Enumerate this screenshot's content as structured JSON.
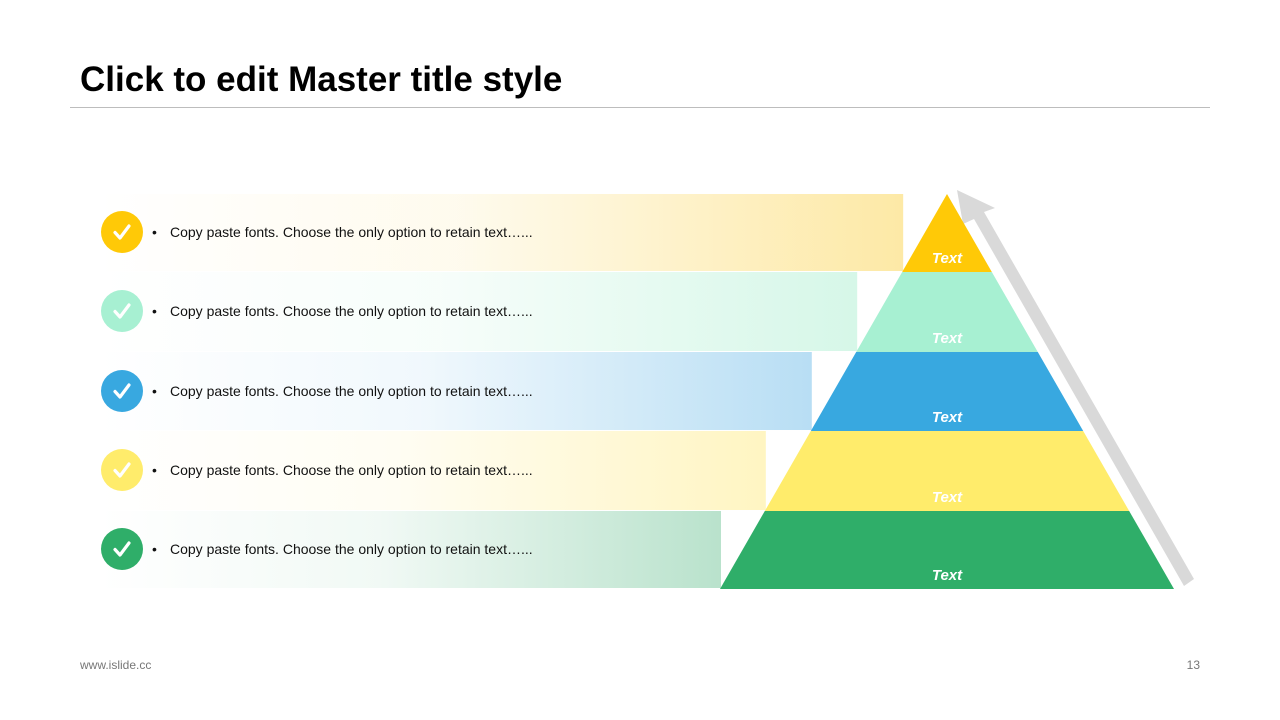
{
  "slide": {
    "title": "Click to edit Master title style"
  },
  "rows": [
    {
      "text": "Copy paste fonts. Choose the only option to retain text…...",
      "color": "#FFC907",
      "band": "#FDE9A6"
    },
    {
      "text": "Copy paste fonts. Choose the only option to retain text…...",
      "color": "#A7F0D2",
      "band": "#D6F7E8"
    },
    {
      "text": "Copy paste fonts. Choose the only option to retain text…...",
      "color": "#38A8E0",
      "band": "#B8DEF4"
    },
    {
      "text": "Copy paste fonts. Choose the only option to retain text…...",
      "color": "#FFEC6B",
      "band": "#FFF5C2"
    },
    {
      "text": "Copy paste fonts. Choose the only option to retain text…...",
      "color": "#2FAE69",
      "band": "#B9E2CC"
    }
  ],
  "pyramid": {
    "levels": [
      {
        "label": "Text",
        "color": "#FFC907"
      },
      {
        "label": "Text",
        "color": "#A7F0D2"
      },
      {
        "label": "Text",
        "color": "#38A8E0"
      },
      {
        "label": "Text",
        "color": "#FFEC6B"
      },
      {
        "label": "Text",
        "color": "#2FAE69"
      }
    ],
    "arrow_color": "#D9D9D9",
    "icon": "check-icon"
  },
  "footer": {
    "url": "www.islide.cc",
    "page_number": "13"
  }
}
